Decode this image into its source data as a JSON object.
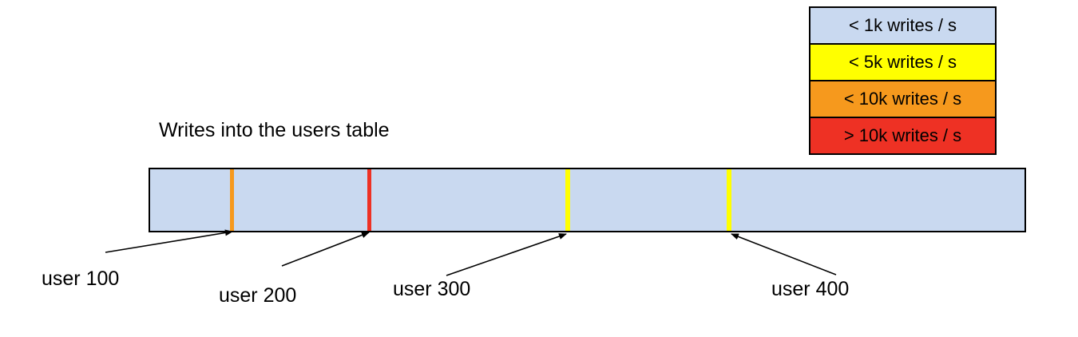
{
  "title": "Writes into the users table",
  "legend": {
    "items": [
      {
        "label": "< 1k writes / s",
        "color": "#c9d9f0"
      },
      {
        "label": "< 5k writes / s",
        "color": "#ffff00"
      },
      {
        "label": "< 10k writes / s",
        "color": "#f6991d"
      },
      {
        "label": "> 10k writes / s",
        "color": "#ee3124"
      }
    ]
  },
  "bar": {
    "fill_color": "#c9d9f0",
    "border_color": "#000000",
    "markers": [
      {
        "user": "user 100",
        "rate_class": "< 10k writes / s",
        "color": "#f6991d"
      },
      {
        "user": "user 200",
        "rate_class": "> 10k writes / s",
        "color": "#ee3124"
      },
      {
        "user": "user 300",
        "rate_class": "< 5k writes / s",
        "color": "#ffff00"
      },
      {
        "user": "user 400",
        "rate_class": "< 5k writes / s",
        "color": "#ffff00"
      }
    ]
  }
}
